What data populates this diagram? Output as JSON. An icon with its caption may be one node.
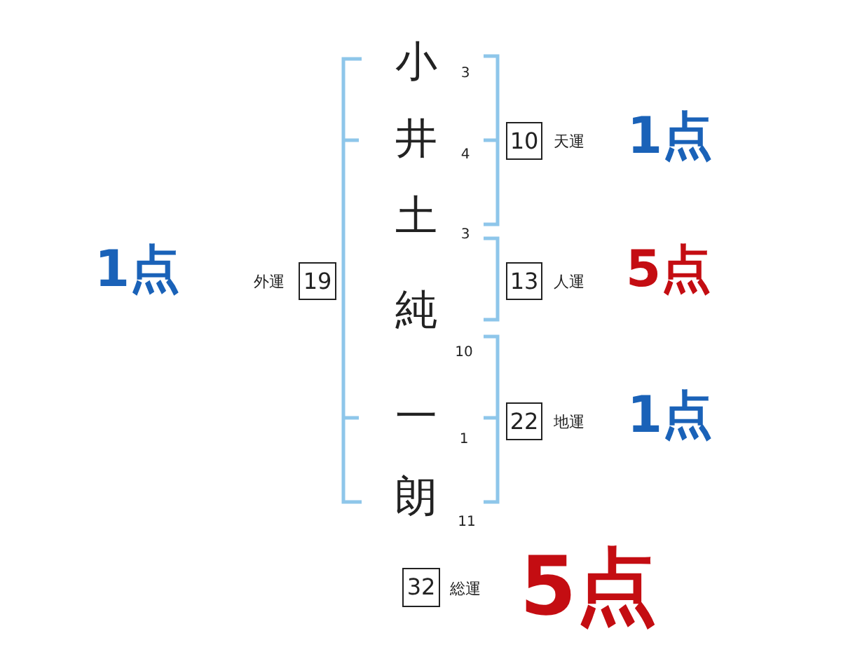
{
  "diagram": {
    "nodes": [
      {
        "text": [
          "10"
        ],
        "beside": [
          "天運",
          "1点"
        ]
      },
      {
        "text": [
          "19"
        ],
        "beside": [
          "外運",
          "1点"
        ]
      },
      {
        "text": [
          "13"
        ],
        "beside": [
          "人運",
          "5点"
        ]
      },
      {
        "text": [
          "22"
        ],
        "beside": [
          "地運",
          "1点"
        ]
      },
      {
        "text": [
          "32"
        ],
        "beside": [
          "総運",
          "5点"
        ]
      }
    ],
    "labels": [
      "小",
      "3",
      "井",
      "4",
      "土",
      "3",
      "純",
      "10",
      "一",
      "1",
      "朗",
      "11"
    ]
  }
}
